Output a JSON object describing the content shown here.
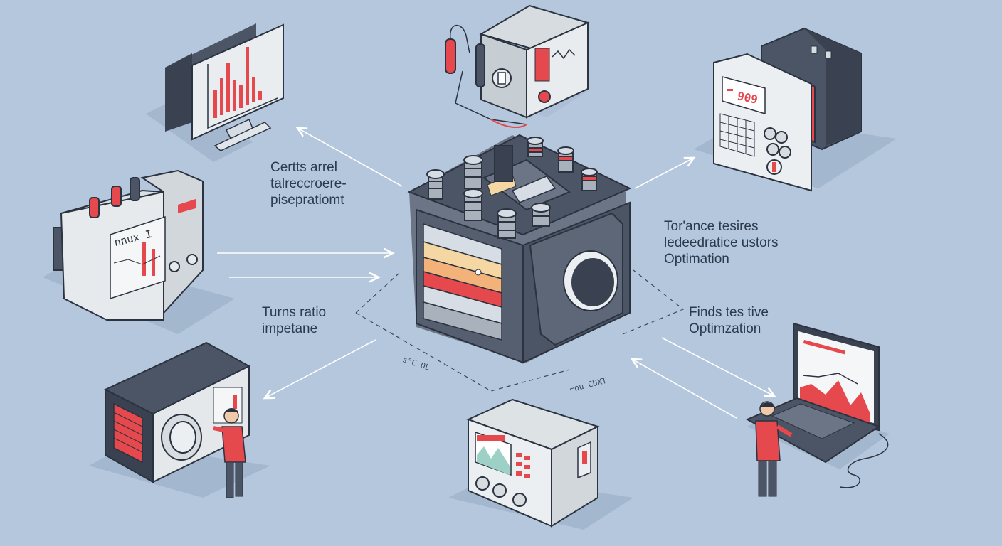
{
  "labels": {
    "top_left": [
      "Certts arrel",
      "talreccroere-",
      "pisepratiomt"
    ],
    "right_mid": [
      "Tor'ance tesires",
      "ledeedratice ustors",
      "Optimation"
    ],
    "left_mid": [
      "Turns ratio",
      "impetane"
    ],
    "right_low": [
      "Finds tes tive",
      "Optimzation"
    ]
  },
  "annotations": {
    "base_left": "s°C OL",
    "base_right": "⌐ou CUXT"
  },
  "displays": {
    "panel_top_right": "909",
    "panel_left": "nnux I"
  },
  "colors": {
    "accent": "#e5484d",
    "steel_dark": "#4b5565",
    "panel_light": "#e7ebee",
    "background": "#b4c7dd"
  }
}
